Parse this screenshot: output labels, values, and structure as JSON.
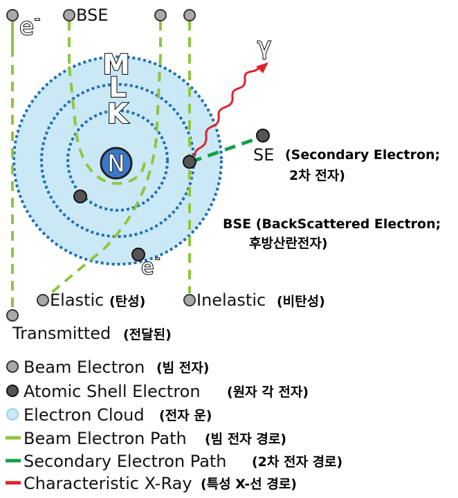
{
  "colors": {
    "beam_electron": "#a9a9a9",
    "shell_electron": "#555555",
    "electron_cloud": "#cbe8f6",
    "shell_ring": "#1f6fb4",
    "nucleus": "#3c78c8",
    "beam_path": "#8dc63f",
    "secondary_path": "#12a14a",
    "xray": "#e0212a"
  },
  "icons": {
    "beam_electron": "filled-grey-circle",
    "shell_electron": "filled-dark-circle",
    "cloud": "pale-blue-circle",
    "beam_path": "light-green-dash",
    "secondary_path": "green-dash",
    "xray": "red-dash"
  },
  "diagram": {
    "top_electron_label": "e",
    "top_electron_sup": "-",
    "bse_top_label": "BSE",
    "gamma_label": "γ",
    "shell_m": "M",
    "shell_l": "L",
    "shell_k": "K",
    "nucleus": "N",
    "se_label": "SE",
    "se_desc_1": "(Secondary Electron;",
    "se_desc_2": "2차 전자)",
    "bse_desc_1": "BSE (BackScattered Electron;",
    "bse_desc_2": "후방산란전자)",
    "cloud_electron_label": "e",
    "cloud_electron_sup": "-",
    "elastic": "Elastic",
    "elastic_kr": "(탄성)",
    "inelastic": "Inelastic",
    "inelastic_kr": "(비탄성)",
    "transmitted": "Transmitted",
    "transmitted_kr": "(전달된)"
  },
  "legend": [
    {
      "label": "Beam Electron",
      "kr": "(빔 전자)"
    },
    {
      "label": "Atomic Shell Electron",
      "kr": "(원자 각 전자)"
    },
    {
      "label": "Electron Cloud",
      "kr": "(전자 운)"
    },
    {
      "label": "Beam Electron Path",
      "kr": "(빔 전자 경로)"
    },
    {
      "label": "Secondary Electron Path",
      "kr": "(2차 전자 경로)"
    },
    {
      "label": "Characteristic X-Ray",
      "kr": "(특성 X-선 경로)"
    }
  ]
}
